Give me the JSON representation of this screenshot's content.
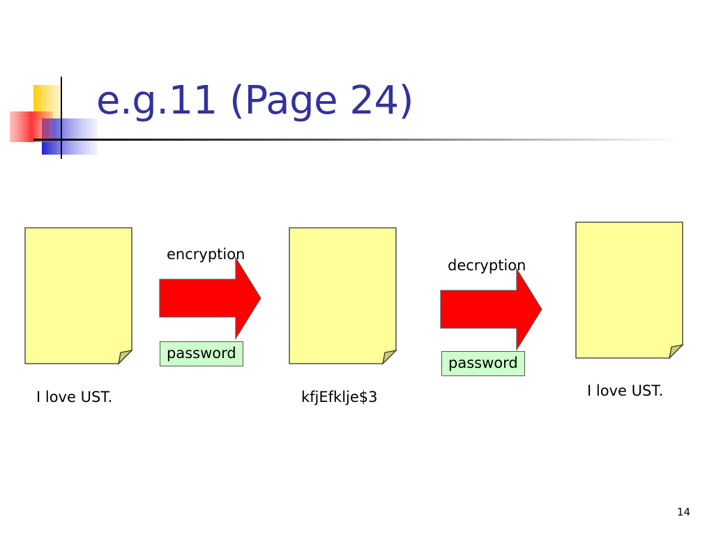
{
  "slide": {
    "title": "e.g.11 (Page 24)",
    "page_number": "14"
  },
  "diagram": {
    "documents": [
      {
        "caption": "I love UST."
      },
      {
        "caption": "kfjEfklje$3"
      },
      {
        "caption": "I love UST."
      }
    ],
    "steps": [
      {
        "label": "encryption",
        "key_label": "password"
      },
      {
        "label": "decryption",
        "key_label": "password"
      }
    ]
  },
  "colors": {
    "title": "#333399",
    "document_fill": "#ffff99",
    "arrow_fill": "#ff0000",
    "key_fill": "#ccffcc",
    "logo_yellow": "#ffcc00",
    "logo_red": "#ff3333",
    "logo_blue": "#3333cc"
  }
}
